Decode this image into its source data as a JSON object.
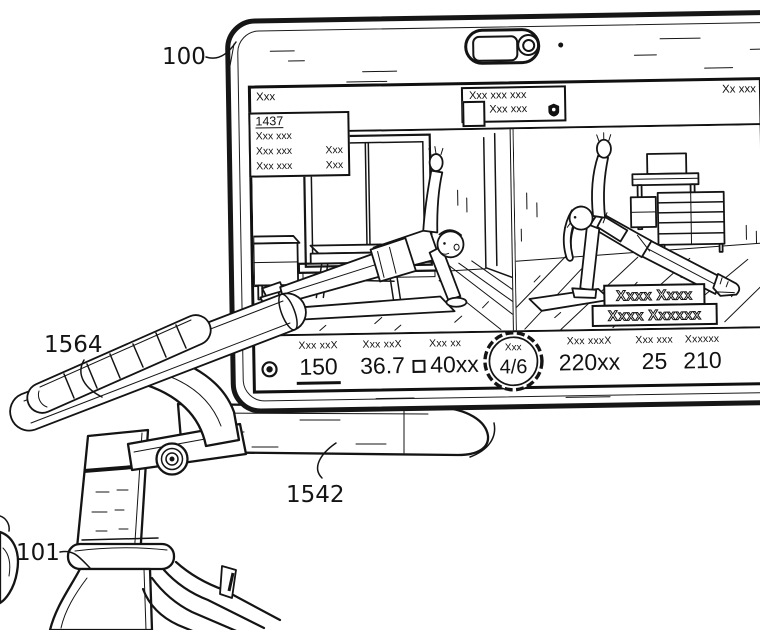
{
  "figure": {
    "ref_labels": {
      "tablet": "100",
      "handlebar": "1564",
      "tray": "1542",
      "frame": "101"
    }
  },
  "screen": {
    "topbar": {
      "left": "Xxx",
      "box_title": "Xxx xxx xxx",
      "box_item": "Xxx xxx",
      "right": "Xx xxx"
    },
    "menu": {
      "ref": "1437",
      "item": "Xxx xxx",
      "rows": [
        {
          "left": "Xxx xxx",
          "right": "Xxx"
        },
        {
          "left": "Xxx xxx",
          "right": "Xxx"
        }
      ]
    },
    "captions": {
      "line1": "Xxxx Xxxx",
      "line2": "Xxxx Xxxxxx"
    },
    "stats": {
      "s1": {
        "label": "Xxx xxX",
        "value": "150"
      },
      "s2": {
        "label": "Xxx xxX",
        "value": "36.7"
      },
      "s3": {
        "label": "Xxx xx",
        "value": "40xx"
      },
      "ring": {
        "label": "Xxx",
        "value": "4/6"
      },
      "s4": {
        "label": "Xxx xxxX",
        "value": "220xx"
      },
      "s5": {
        "label": "Xxx xxx",
        "value": "25"
      },
      "s6": {
        "label": "Xxxxxx",
        "value": "210"
      }
    }
  },
  "colors": {
    "ink": "#141414",
    "paper": "#ffffff"
  }
}
